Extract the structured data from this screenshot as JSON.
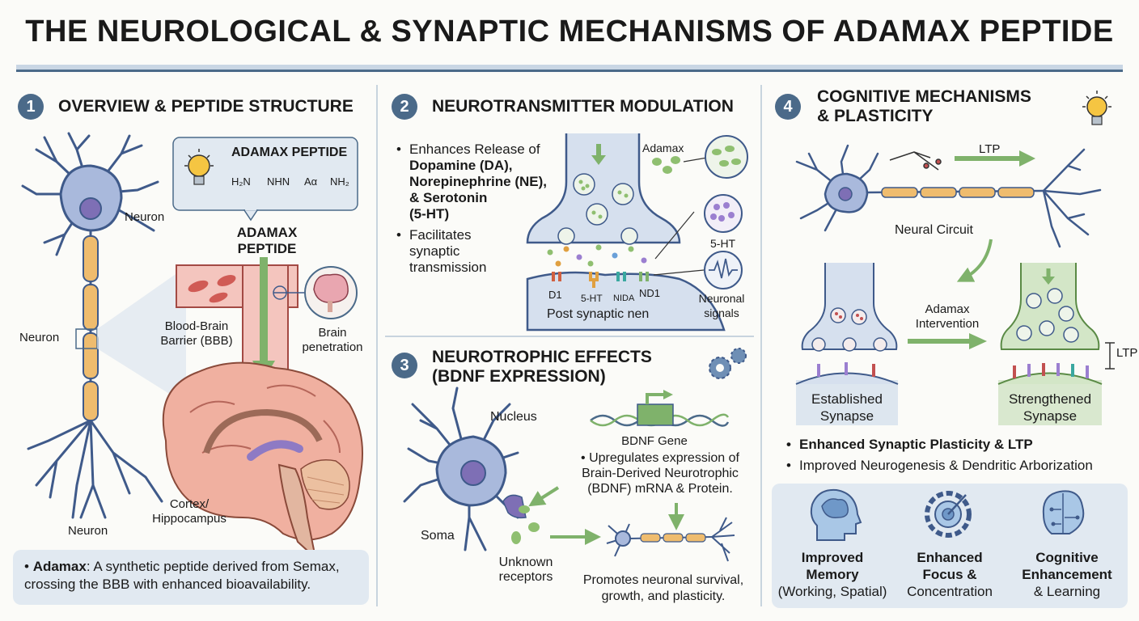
{
  "title": "THE NEUROLOGICAL & SYNAPTIC MECHANISMS OF ADAMAX PEPTIDE",
  "colors": {
    "steel": "#4b6a89",
    "neuron_fill": "#a9b9dc",
    "neuron_stroke": "#3f5a8a",
    "nucleus": "#7e6fb5",
    "myelin": "#efbc6e",
    "green_arrow": "#7fb26b",
    "brain": "#f0b0a0",
    "panel_bg": "#e1e9f1"
  },
  "s1": {
    "num": "1",
    "title": "OVERVIEW & PEPTIDE STRUCTURE",
    "callout_title": "ADAMAX PEPTIDE",
    "formula_parts": [
      "H₂N",
      "NHN",
      "Aα",
      "NH₂"
    ],
    "peptide_label": "ADAMAX\nPEPTIDE",
    "neuron_top": "Neuron",
    "neuron_left": "Neuron",
    "neuron_bottom": "Neuron",
    "bbb": "Blood-Brain\nBarrier (BBB)",
    "brain_pen": "Brain\npenetration",
    "cortex": "Cortex/\nHippocampus",
    "note_bold": "Adamax",
    "note_text": ": A synthetic peptide derived from Semax,\ncrossing the BBB with enhanced bioavailability."
  },
  "s2": {
    "num": "2",
    "title": "NEUROTRANSMITTER MODULATION",
    "b1_pre": "Enhances Release of",
    "b1_bold": "Dopamine (DA),\nNorepinephrine (NE),\n& Serotonin\n(5-HT)",
    "b2": "Facilitates\nsynaptic\ntransmission",
    "adamax": "Adamax",
    "ht": "5-HT",
    "receptors": [
      "D1",
      "5-HT",
      "NIDA",
      "ND1"
    ],
    "post": "Post synaptic nen",
    "signals": "Neuronal\nsignals"
  },
  "s3": {
    "num": "3",
    "title": "NEUROTROPHIC EFFECTS\n(BDNF EXPRESSION)",
    "nucleus": "Nucleus",
    "soma": "Soma",
    "unknown": "Unknown\nreceptors",
    "bdnf_gene": "BDNF Gene",
    "bullet": "Upregulates expression of\nBrain-Derived Neurotrophic\n(BDNF) mRNA & Protein.",
    "promotes": "Promotes neuronal survival,\ngrowth, and plasticity."
  },
  "s4": {
    "num": "4",
    "title": "COGNITIVE MECHANISMS\n& PLASTICITY",
    "ltp": "LTP",
    "circuit": "Neural Circuit",
    "intervention": "Adamax\nIntervention",
    "ltp_side": "LTP",
    "established": "Established\nSynapse",
    "strengthened": "Strengthened\nSynapse",
    "b1": "Enhanced Synaptic Plasticity & LTP",
    "b2": "Improved Neurogenesis & Dendritic Arborization",
    "benefits": [
      {
        "h": "Improved\nMemory",
        "s": "(Working, Spatial)",
        "icon": "head-brain-icon"
      },
      {
        "h": "Enhanced\nFocus &",
        "s": "Concentration",
        "icon": "target-gear-icon"
      },
      {
        "h": "Cognitive\nEnhancement",
        "s": "& Learning",
        "icon": "brain-circuit-icon"
      }
    ]
  }
}
